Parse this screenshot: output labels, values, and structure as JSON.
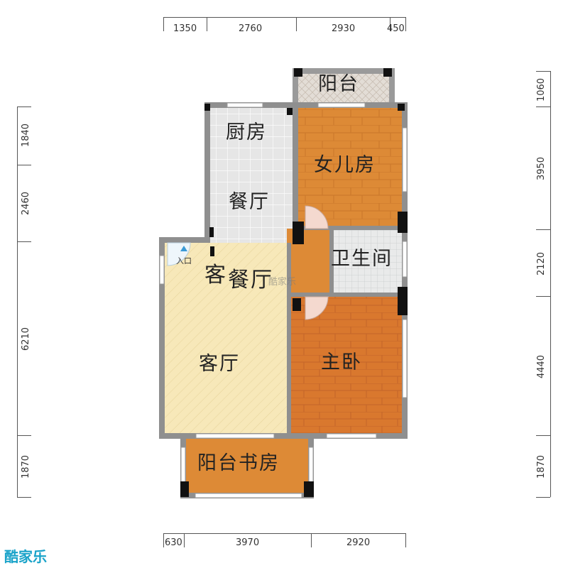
{
  "dims_top": [
    "1350",
    "2760",
    "2930",
    "450"
  ],
  "dims_bottom": [
    "630",
    "3970",
    "2920"
  ],
  "dims_left": [
    "1840",
    "2460",
    "6210",
    "1870"
  ],
  "dims_right": [
    "1060",
    "3950",
    "2120",
    "4440",
    "1870"
  ],
  "rooms": {
    "balcony_top": "阳台",
    "kitchen": "厨房",
    "daughter_room": "女儿房",
    "dining": "餐厅",
    "bathroom": "卫生间",
    "entrance": "入口",
    "living_dining_a": "客",
    "living_dining_b": "餐厅",
    "living_room": "客厅",
    "master_bedroom": "主卧",
    "balcony_study": "阳台书房"
  },
  "watermark": "酷家乐",
  "brand": "酷家乐",
  "colors": {
    "wood_orange": "#d9822f",
    "wood_orange_light": "#e0953f",
    "tile_grey": "#e3e3e3",
    "living_yellow": "#f6e6b4",
    "wall_grey": "#8e8e8e",
    "brand_blue": "#1aa3c9"
  }
}
